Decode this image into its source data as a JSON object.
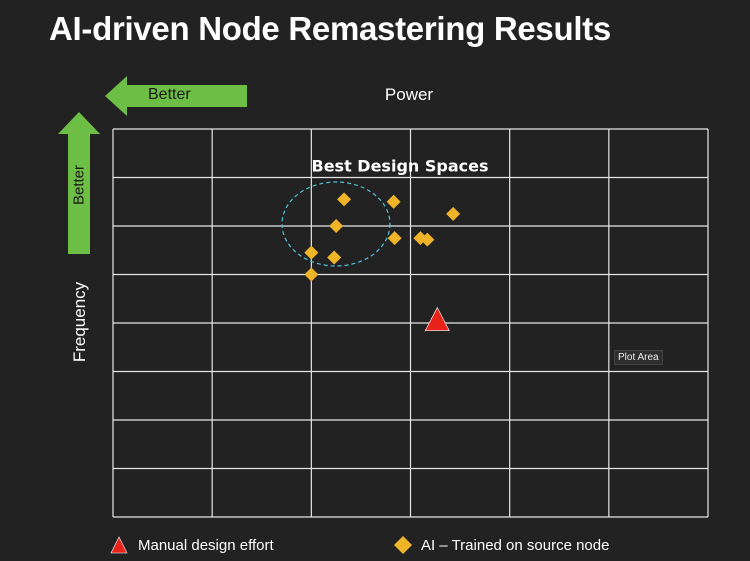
{
  "title": "AI-driven Node Remastering Results",
  "arrows": {
    "left_label": "Better",
    "up_label": "Better",
    "color": "#6dbe45"
  },
  "chart_data": {
    "type": "scatter",
    "xlabel": "Power",
    "ylabel": "Frequency",
    "xlim": [
      0,
      6
    ],
    "ylim": [
      0,
      8
    ],
    "grid": true,
    "tick_labels": "none",
    "annotation": "Best Design Spaces",
    "tooltip": "Plot Area",
    "series": [
      {
        "name": "Manual design effort",
        "marker": "triangle",
        "color": "#e8231a",
        "points": [
          {
            "x": 3.27,
            "y": 4.05
          }
        ]
      },
      {
        "name": "AI – Trained on source node",
        "marker": "diamond",
        "color": "#f0b429",
        "points": [
          {
            "x": 2.33,
            "y": 6.55
          },
          {
            "x": 2.83,
            "y": 6.5
          },
          {
            "x": 3.43,
            "y": 6.25
          },
          {
            "x": 2.25,
            "y": 6.0
          },
          {
            "x": 2.84,
            "y": 5.75
          },
          {
            "x": 3.1,
            "y": 5.75
          },
          {
            "x": 3.17,
            "y": 5.72
          },
          {
            "x": 2.0,
            "y": 5.45
          },
          {
            "x": 2.23,
            "y": 5.35
          },
          {
            "x": 2.0,
            "y": 5.0
          }
        ]
      }
    ]
  }
}
